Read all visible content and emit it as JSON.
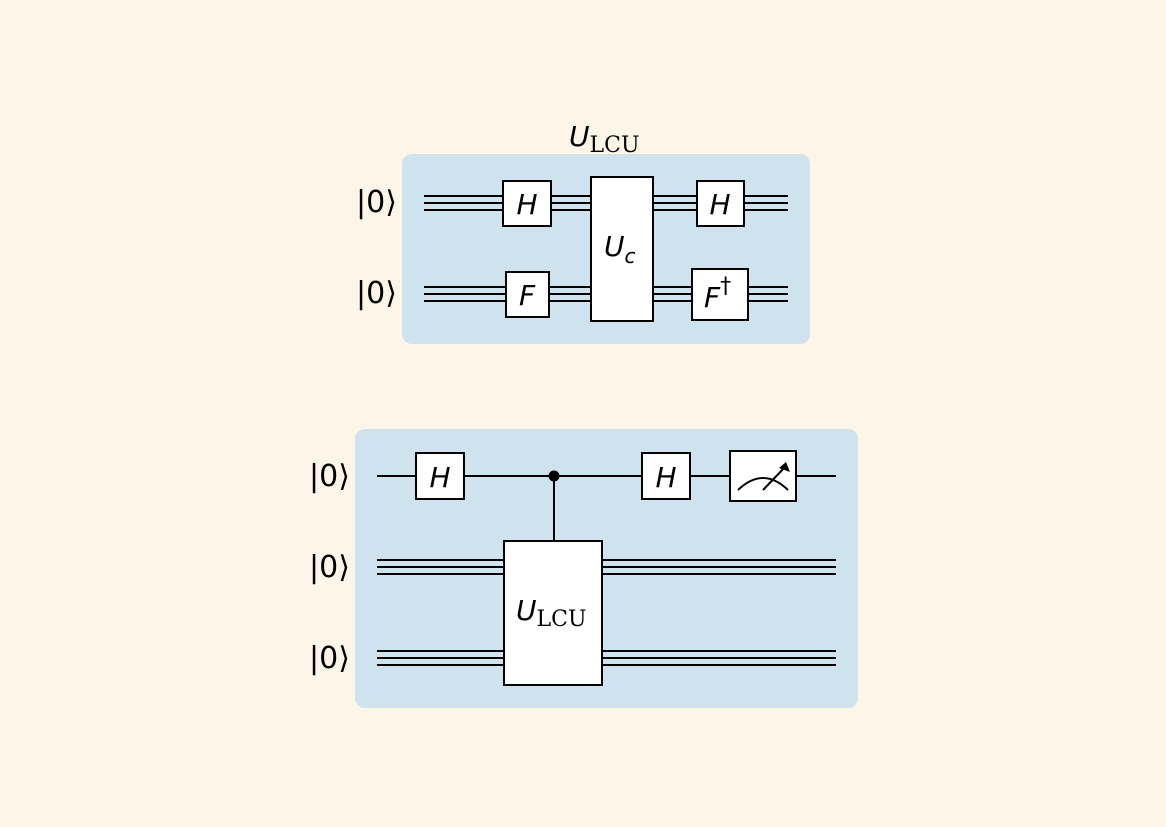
{
  "top_circuit": {
    "title_main": "U",
    "title_sub": "LCU",
    "inputs": [
      "|0⟩",
      "|0⟩"
    ],
    "gates": {
      "h_left": "H",
      "f": "F",
      "uc_main": "U",
      "uc_sub": "c",
      "h_right": "H",
      "f_dagger_main": "F",
      "f_dagger_sup": "†"
    }
  },
  "bottom_circuit": {
    "inputs": [
      "|0⟩",
      "|0⟩",
      "|0⟩"
    ],
    "gates": {
      "h_left": "H",
      "ulcu_main": "U",
      "ulcu_sub": "LCU",
      "h_right": "H"
    },
    "measurement": "meter-icon"
  },
  "colors": {
    "background": "#fdf5e8",
    "panel": "#cfe3ee",
    "line": "#000000",
    "gate_fill": "#ffffff"
  }
}
